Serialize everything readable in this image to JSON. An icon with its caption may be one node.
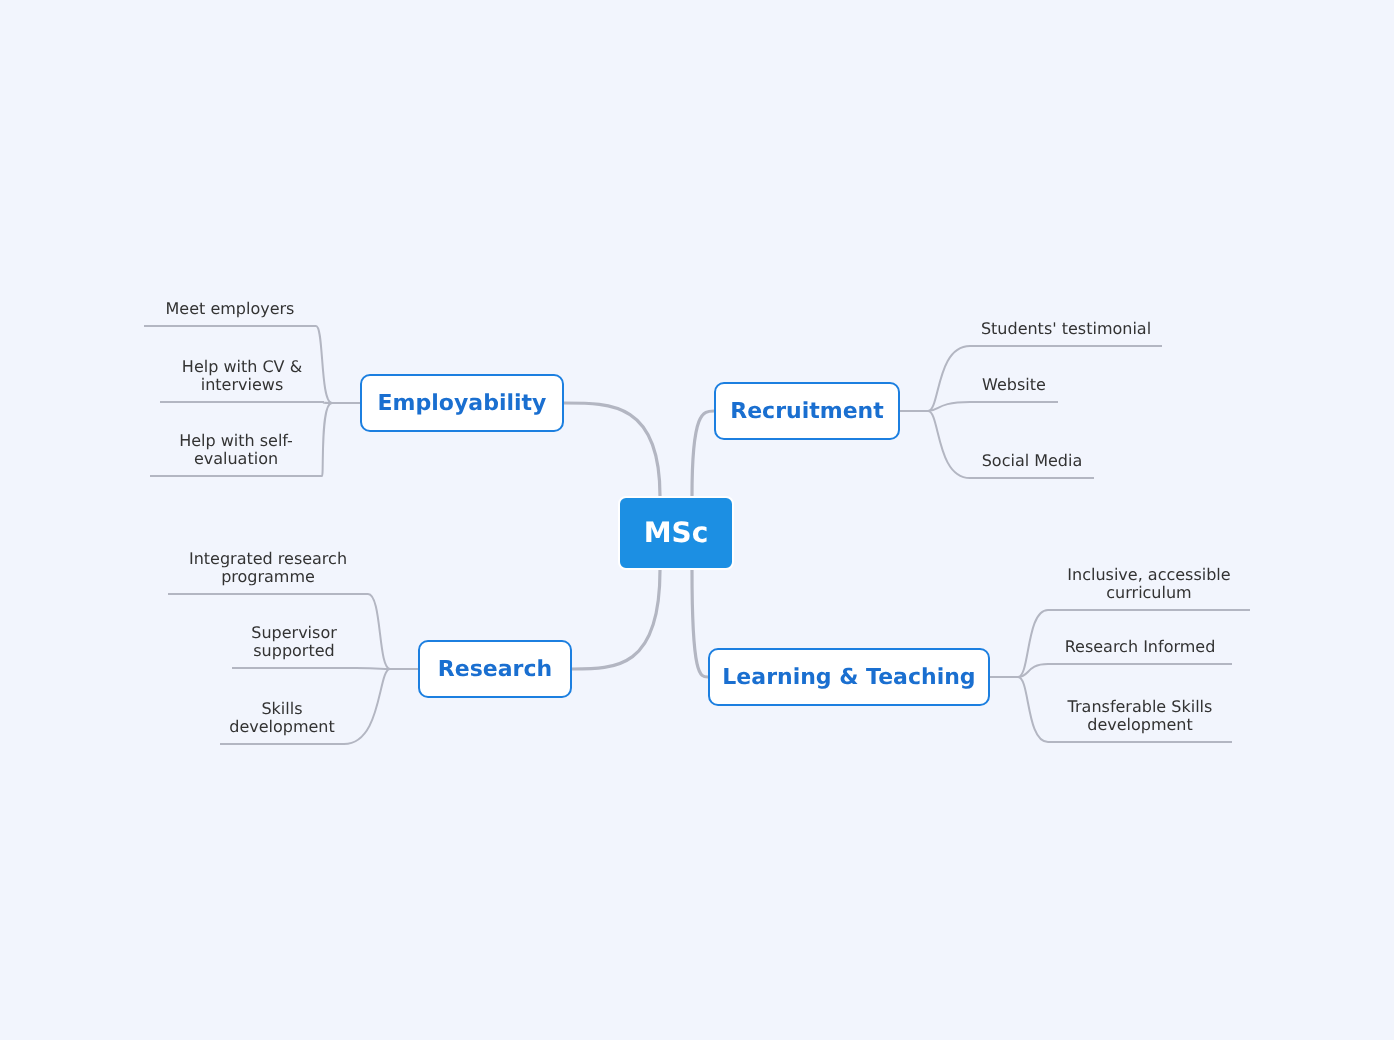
{
  "diagram": {
    "nodes": [
      {
        "text": [
          "MSc"
        ]
      },
      {
        "text": [
          "Employability"
        ]
      },
      {
        "text": [
          "Recruitment"
        ]
      },
      {
        "text": [
          "Research"
        ]
      },
      {
        "text": [
          "Learning & Teaching"
        ]
      },
      {
        "text": [
          "Meet employers"
        ]
      },
      {
        "text": [
          "Help with CV & interviews"
        ]
      },
      {
        "text": [
          "Help with self-evaluation"
        ]
      },
      {
        "text": [
          "Students' testimonial"
        ]
      },
      {
        "text": [
          "Website"
        ]
      },
      {
        "text": [
          "Social Media"
        ]
      },
      {
        "text": [
          "Integrated research programme"
        ]
      },
      {
        "text": [
          "Supervisor supported"
        ]
      },
      {
        "text": [
          "Skills development"
        ]
      },
      {
        "text": [
          "Inclusive, accessible curriculum"
        ]
      },
      {
        "text": [
          "Research Informed"
        ]
      },
      {
        "text": [
          "Transferable Skills development"
        ]
      }
    ],
    "edges": [
      {
        "from": 0,
        "to": 1,
        "arrow": "none"
      },
      {
        "from": 0,
        "to": 2,
        "arrow": "none"
      },
      {
        "from": 0,
        "to": 3,
        "arrow": "none"
      },
      {
        "from": 0,
        "to": 4,
        "arrow": "none"
      },
      {
        "from": 1,
        "to": 5,
        "arrow": "none"
      },
      {
        "from": 1,
        "to": 6,
        "arrow": "none"
      },
      {
        "from": 1,
        "to": 7,
        "arrow": "none"
      },
      {
        "from": 2,
        "to": 8,
        "arrow": "none"
      },
      {
        "from": 2,
        "to": 9,
        "arrow": "none"
      },
      {
        "from": 2,
        "to": 10,
        "arrow": "none"
      },
      {
        "from": 3,
        "to": 11,
        "arrow": "none"
      },
      {
        "from": 3,
        "to": 12,
        "arrow": "none"
      },
      {
        "from": 3,
        "to": 13,
        "arrow": "none"
      },
      {
        "from": 4,
        "to": 14,
        "arrow": "none"
      },
      {
        "from": 4,
        "to": 15,
        "arrow": "none"
      },
      {
        "from": 4,
        "to": 16,
        "arrow": "none"
      }
    ]
  }
}
